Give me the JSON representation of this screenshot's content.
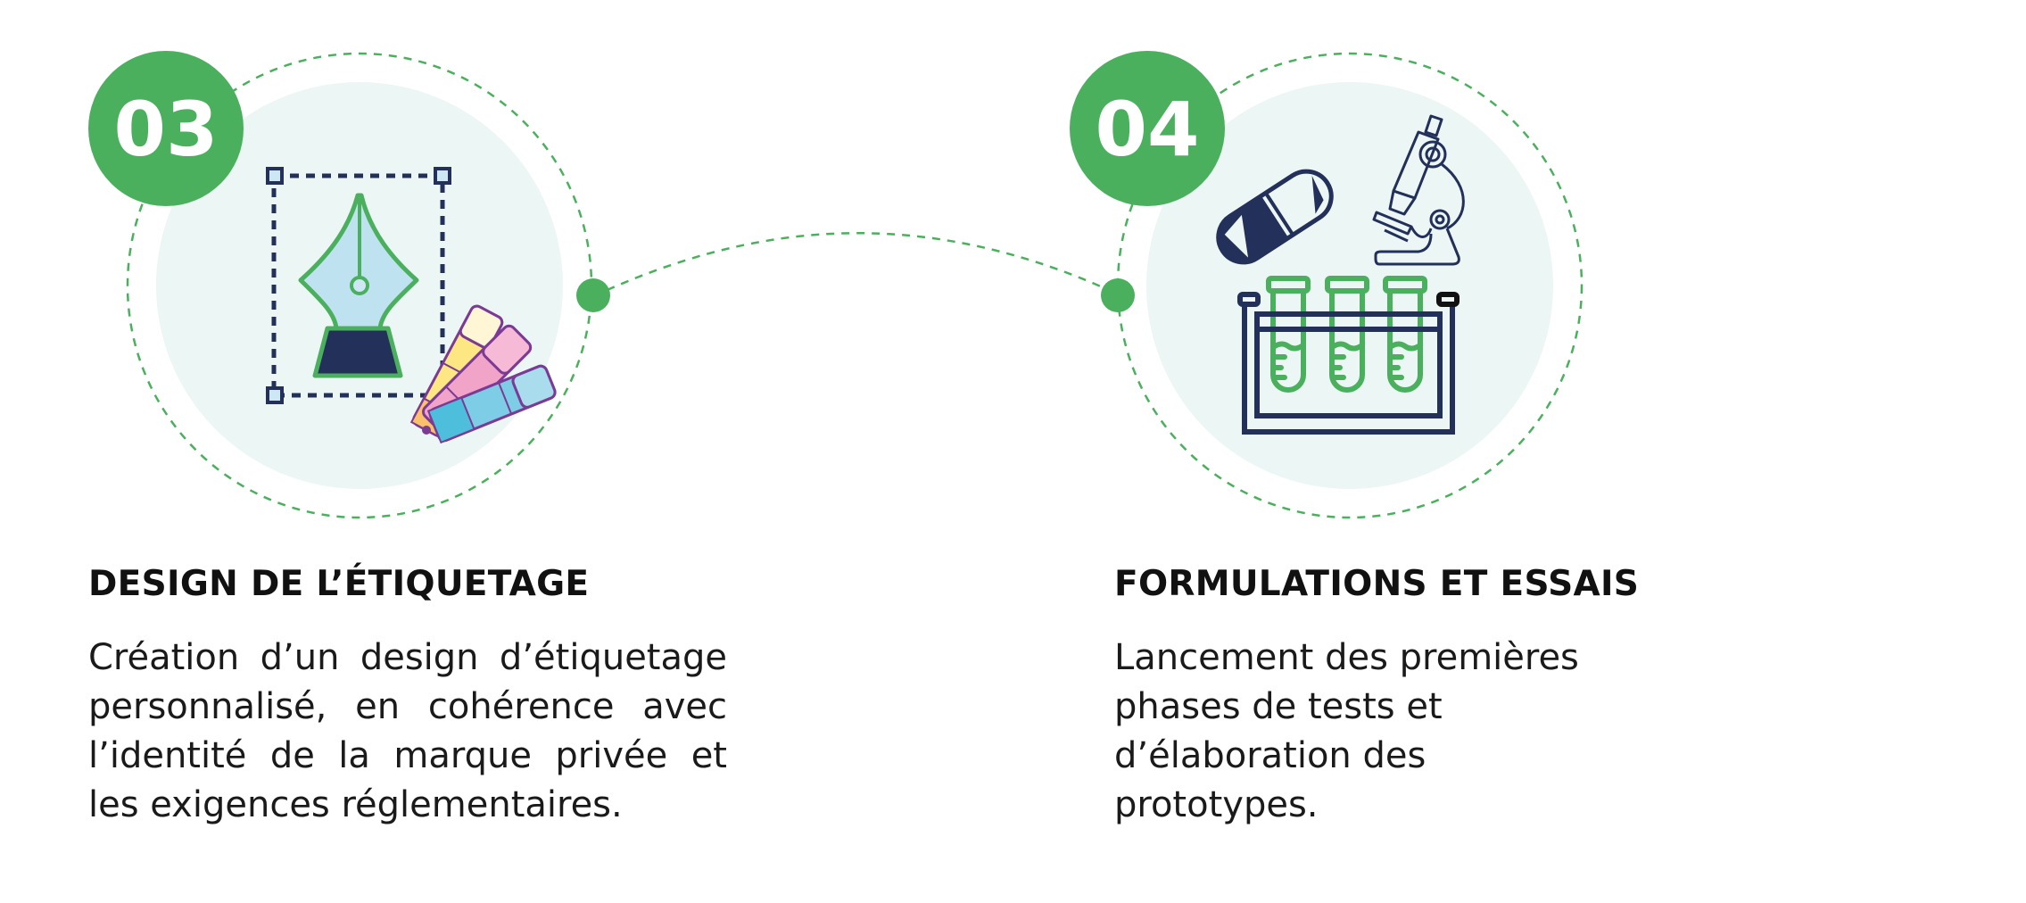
{
  "colors": {
    "green": "#4bb05e",
    "navy": "#22305a",
    "light_circle": "#ecf6f4",
    "text": "#111111"
  },
  "steps": [
    {
      "number": "03",
      "title": "DESIGN DE L’ÉTIQUETAGE",
      "icon": "pen-tool-swatch-icon",
      "lines": [
        "Création d’un design d’étiquetage",
        "personnalisé, en cohérence avec",
        "l’identité de la marque privée et",
        "les exigences réglementaires."
      ]
    },
    {
      "number": "04",
      "title": "FORMULATIONS ET ESSAIS",
      "icon": "lab-tests-icon",
      "lines": [
        "Lancement des premières",
        "phases de tests et",
        "d’élaboration des",
        "prototypes."
      ]
    }
  ]
}
